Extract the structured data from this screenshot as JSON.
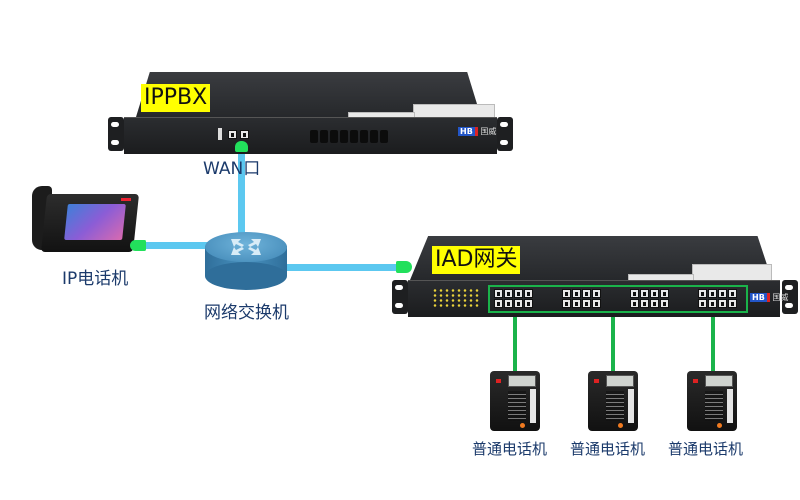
{
  "diagram": {
    "title": "IPPBX + IAD gateway network topology",
    "colors": {
      "ethernet_cable": "#5cc8f0",
      "phone_line": "#1ab34a",
      "connector": "#22e05c",
      "highlight_label_bg": "#ffff00",
      "label_text": "#1b3a6b"
    },
    "nodes": {
      "ippbx": {
        "label": "IPPBX",
        "port_label": "WAN口",
        "fxs_ports": 8
      },
      "switch": {
        "label": "网络交换机"
      },
      "ip_phone": {
        "label": "IP电话机"
      },
      "iad": {
        "label": "IAD网关",
        "fxs_groups": 4,
        "ports_per_group": 8
      },
      "analog_phones": [
        {
          "label": "普通电话机"
        },
        {
          "label": "普通电话机"
        },
        {
          "label": "普通电话机"
        }
      ]
    },
    "links": [
      {
        "from": "IPPBX WAN口",
        "to": "网络交换机",
        "type": "ethernet"
      },
      {
        "from": "网络交换机",
        "to": "IP电话机",
        "type": "ethernet"
      },
      {
        "from": "网络交换机",
        "to": "IAD网关",
        "type": "ethernet"
      },
      {
        "from": "IAD网关",
        "to": "普通电话机",
        "type": "phone-line"
      },
      {
        "from": "IAD网关",
        "to": "普通电话机",
        "type": "phone-line"
      },
      {
        "from": "IAD网关",
        "to": "普通电话机",
        "type": "phone-line"
      }
    ]
  }
}
